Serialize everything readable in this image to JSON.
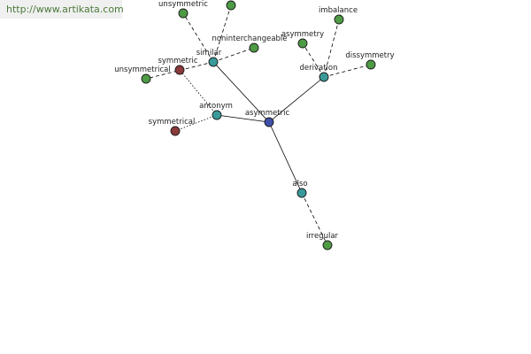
{
  "banner": {
    "url_text": "http://www.artikata.com"
  },
  "colors": {
    "center": "#3f4fa8",
    "relation": "#3a9a9a",
    "term": "#4e9a45",
    "antonym_term": "#8a3a3a",
    "edge": "#000000"
  },
  "graph": {
    "nodes": [
      {
        "id": "asymmetric",
        "label": "asymmetric",
        "kind": "center"
      },
      {
        "id": "similar",
        "label": "similar",
        "kind": "relation"
      },
      {
        "id": "derivation",
        "label": "derivation",
        "kind": "relation"
      },
      {
        "id": "antonym",
        "label": "antonym",
        "kind": "relation"
      },
      {
        "id": "also",
        "label": "also",
        "kind": "relation"
      },
      {
        "id": "unsymmetric",
        "label": "unsymmetric",
        "kind": "term"
      },
      {
        "id": "top-unlabeled",
        "label": "",
        "kind": "term"
      },
      {
        "id": "noninterchangeable",
        "label": "noninterchangeable",
        "kind": "term"
      },
      {
        "id": "symmetric",
        "label": "symmetric",
        "kind": "antonym_term"
      },
      {
        "id": "unsymmetrical",
        "label": "unsymmetrical",
        "kind": "term"
      },
      {
        "id": "imbalance",
        "label": "imbalance",
        "kind": "term"
      },
      {
        "id": "asymmetry",
        "label": "asymmetry",
        "kind": "term"
      },
      {
        "id": "dissymmetry",
        "label": "dissymmetry",
        "kind": "term"
      },
      {
        "id": "symmetrical",
        "label": "symmetrical",
        "kind": "antonym_term"
      },
      {
        "id": "irregular",
        "label": "irregular",
        "kind": "term"
      }
    ],
    "edges": [
      {
        "from": "asymmetric",
        "to": "similar",
        "style": "solid"
      },
      {
        "from": "asymmetric",
        "to": "derivation",
        "style": "solid"
      },
      {
        "from": "asymmetric",
        "to": "antonym",
        "style": "solid"
      },
      {
        "from": "asymmetric",
        "to": "also",
        "style": "solid"
      },
      {
        "from": "similar",
        "to": "unsymmetric",
        "style": "dashed"
      },
      {
        "from": "similar",
        "to": "top-unlabeled",
        "style": "dashed"
      },
      {
        "from": "similar",
        "to": "noninterchangeable",
        "style": "dashed"
      },
      {
        "from": "similar",
        "to": "unsymmetrical",
        "style": "dashed"
      },
      {
        "from": "derivation",
        "to": "imbalance",
        "style": "dashed"
      },
      {
        "from": "derivation",
        "to": "asymmetry",
        "style": "dashed"
      },
      {
        "from": "derivation",
        "to": "dissymmetry",
        "style": "dashed"
      },
      {
        "from": "antonym",
        "to": "symmetric",
        "style": "dotted"
      },
      {
        "from": "antonym",
        "to": "symmetrical",
        "style": "dotted"
      },
      {
        "from": "also",
        "to": "irregular",
        "style": "dashed"
      }
    ]
  }
}
